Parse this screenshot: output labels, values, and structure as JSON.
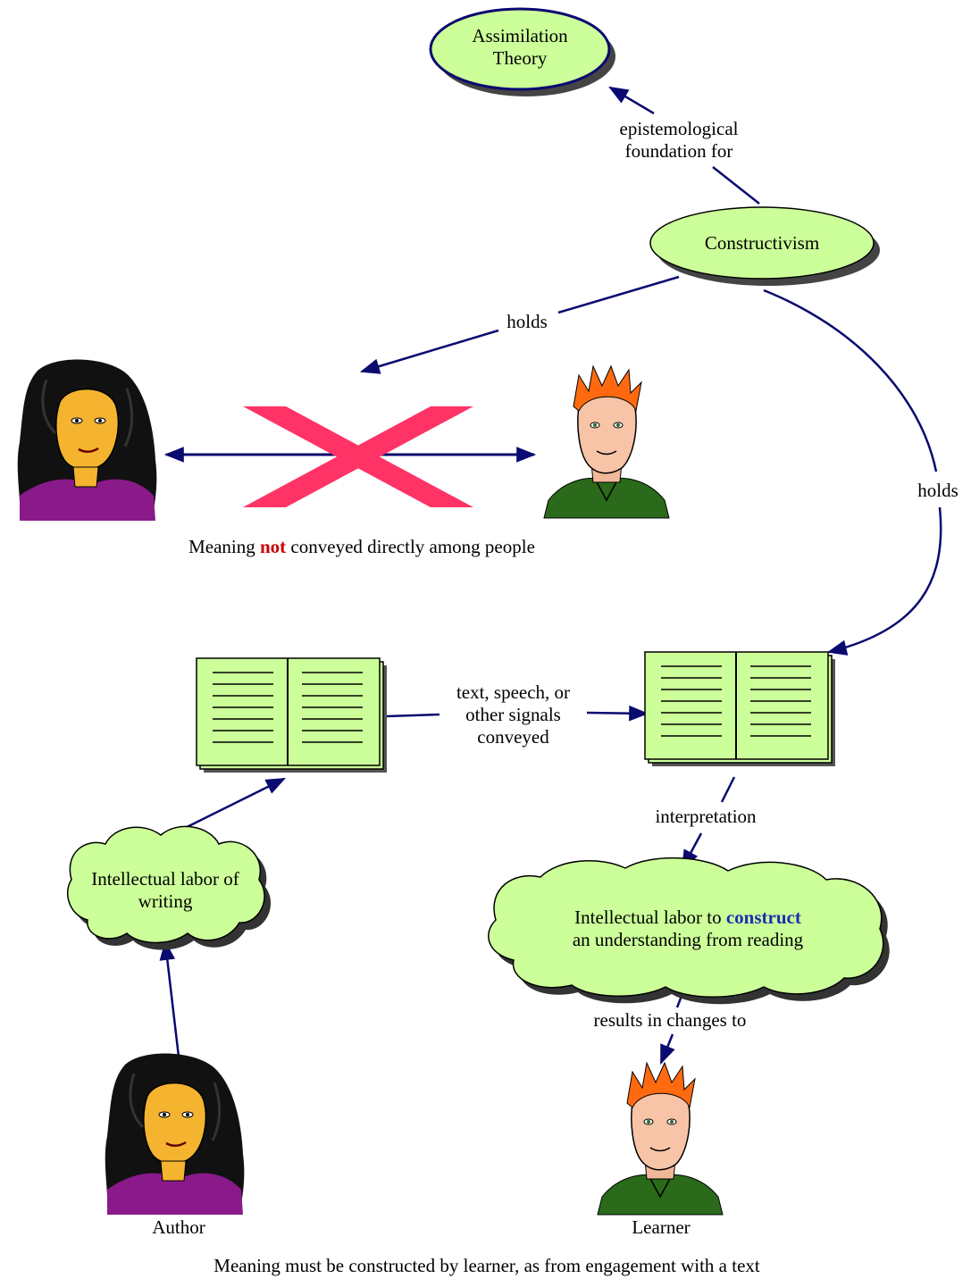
{
  "nodes": {
    "assimilation_theory": "Assimilation Theory",
    "constructivism": "Constructivism",
    "labor_writing": "Intellectual labor of writing",
    "labor_reading_pre": "Intellectual labor to ",
    "labor_reading_em": "construct",
    "labor_reading_post": "an understanding from reading"
  },
  "links": {
    "foundation": "epistemological foundation for",
    "holds_left": "holds",
    "holds_right": "holds",
    "signals": "text, speech, or other signals conveyed",
    "interpretation": "interpretation",
    "results": "results in changes to"
  },
  "captions": {
    "top_pre": "Meaning ",
    "top_em": "not",
    "top_post": " conveyed directly among people",
    "author": "Author",
    "learner": "Learner",
    "bottom": "Meaning must be constructed by learner, as from engagement with a text"
  },
  "colors": {
    "node_fill": "#ccff99",
    "edge": "#0a0a70",
    "cross": "#ff3366",
    "emphasis_red": "#cc0000",
    "emphasis_blue": "#1a2fb0"
  }
}
